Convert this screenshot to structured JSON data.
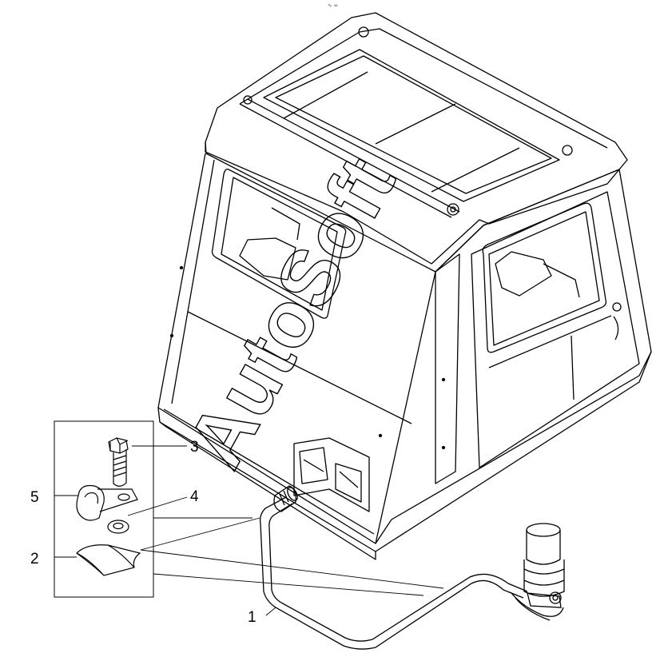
{
  "diagram": {
    "top_mark": "∿ ═",
    "callouts": [
      {
        "id": "1",
        "label": "1"
      },
      {
        "id": "2",
        "label": "2"
      },
      {
        "id": "3",
        "label": "3"
      },
      {
        "id": "4",
        "label": "4"
      },
      {
        "id": "5",
        "label": "5"
      }
    ],
    "watermark": "AutoSoft"
  }
}
